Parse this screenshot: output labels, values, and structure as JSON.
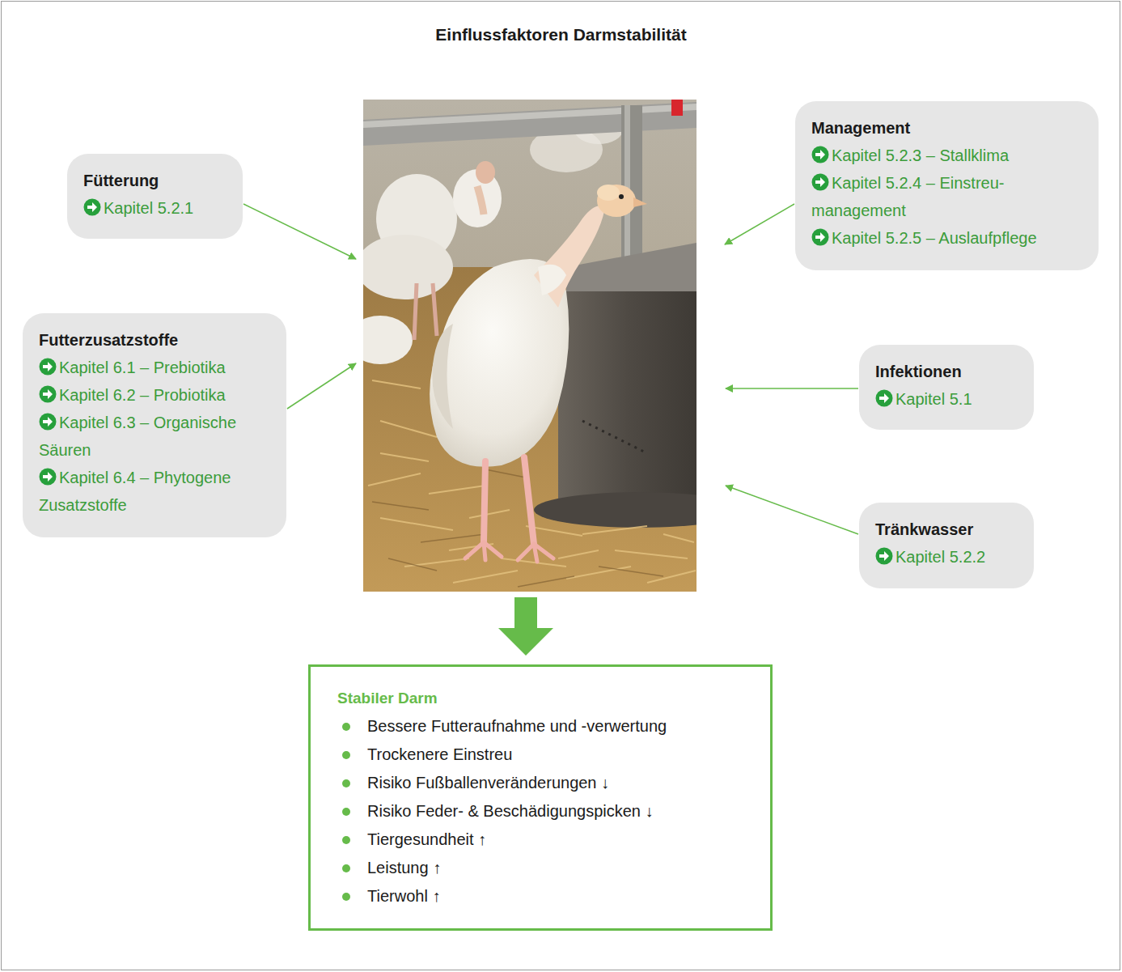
{
  "diagram": {
    "title": "Einflussfaktoren Darmstabilität",
    "nodes": [
      {
        "text": [
          "Fütterung",
          "Kapitel 5.2.1"
        ]
      },
      {
        "text": [
          "Management",
          "Kapitel 5.2.3 – Stallklima",
          "Kapitel 5.2.4 – Einstreu- management",
          "Kapitel 5.2.5 – Auslaufpflege"
        ]
      },
      {
        "text": [
          "Futterzusatzstoffe",
          "Kapitel 6.1 – Prebiotika",
          "Kapitel 6.2 – Probiotika",
          "Kapitel 6.3 – Organische Säuren",
          "Kapitel 6.4 – Phytogene Zusatzstoffe"
        ]
      },
      {
        "text": [
          "Infektionen",
          "Kapitel 5.1"
        ]
      },
      {
        "text": [
          "Tränkwasser",
          "Kapitel 5.2.2"
        ]
      },
      {
        "text": [
          "Stabiler Darm",
          "Bessere Futteraufnahme und -verwertung",
          "Trockenere Einstreu",
          "Risiko Fußballenveränderungen ↓",
          "Risiko Feder- & Beschädigungspicken ↓",
          "Tiergesundheit ↑",
          "Leistung ↑",
          "Tierwohl ↑"
        ]
      }
    ]
  }
}
